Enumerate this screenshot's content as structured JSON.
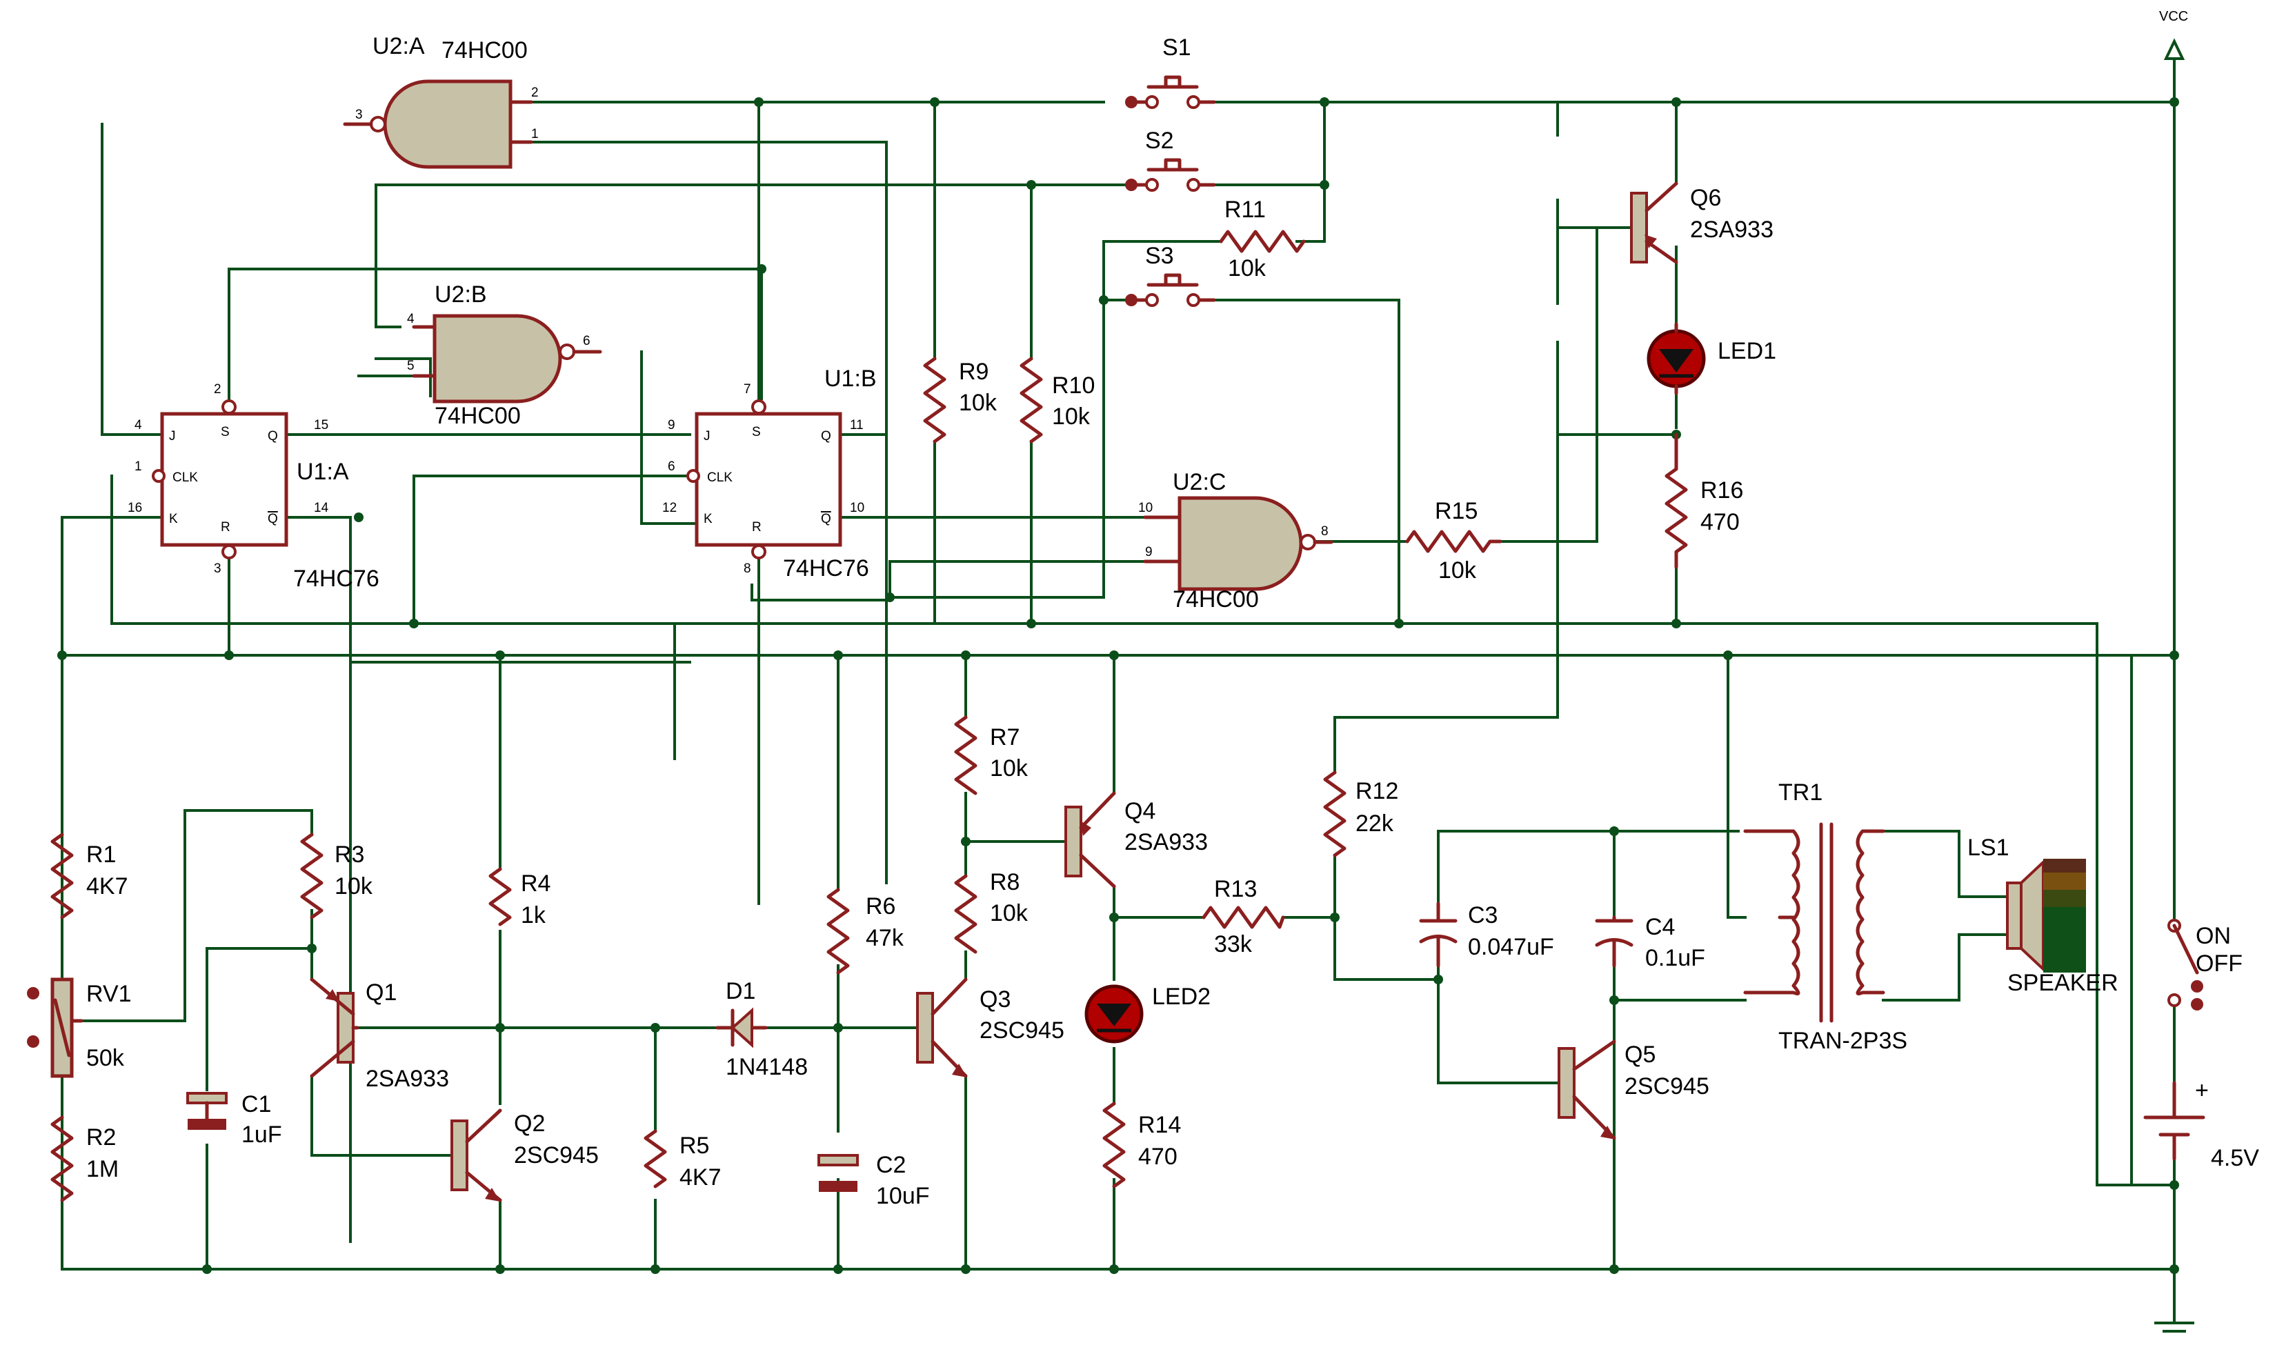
{
  "title": "",
  "labels": {
    "U2A_name": "U2:A",
    "U2A_type": "74HC00",
    "U2B_name": "U2:B",
    "U2B_type": "74HC00",
    "U2C_name": "U2:C",
    "U2C_type": "74HC00",
    "U1A_name": "U1:A",
    "U1A_type": "74HC76",
    "U1B_name": "U1:B",
    "U1B_type": "74HC76",
    "S1": "S1",
    "S2": "S2",
    "S3": "S3",
    "R1": "R1",
    "R1v": "4K7",
    "R2": "R2",
    "R2v": "1M",
    "R3": "R3",
    "R3v": "10k",
    "R4": "R4",
    "R4v": "1k",
    "R5": "R5",
    "R5v": "4K7",
    "R6": "R6",
    "R6v": "47k",
    "R7": "R7",
    "R7v": "10k",
    "R8": "R8",
    "R8v": "10k",
    "R9": "R9",
    "R9v": "10k",
    "R10": "R10",
    "R10v": "10k",
    "R11": "R11",
    "R11v": "10k",
    "R12": "R12",
    "R12v": "22k",
    "R13": "R13",
    "R13v": "33k",
    "R14": "R14",
    "R14v": "470",
    "R15": "R15",
    "R15v": "10k",
    "R16": "R16",
    "R16v": "470",
    "RV1": "RV1",
    "RV1v": "50k",
    "C1": "C1",
    "C1v": "1uF",
    "C2": "C2",
    "C2v": "10uF",
    "C3": "C3",
    "C3v": "0.047uF",
    "C4": "C4",
    "C4v": "0.1uF",
    "Q1": "Q1",
    "Q1v": "2SA933",
    "Q2": "Q2",
    "Q2v": "2SC945",
    "Q3": "Q3",
    "Q3v": "2SC945",
    "Q4": "Q4",
    "Q4v": "2SA933",
    "Q5": "Q5",
    "Q5v": "2SC945",
    "Q6": "Q6",
    "Q6v": "2SA933",
    "D1": "D1",
    "D1v": "1N4148",
    "LED1": "LED1",
    "LED2": "LED2",
    "TR1": "TR1",
    "TR1v": "TRAN-2P3S",
    "LS1": "LS1",
    "LS1v": "SPEAKER",
    "VCC": "VCC",
    "ON": "ON",
    "OFF": "OFF",
    "BATv": "4.5V",
    "BATplus": "+"
  },
  "pins": {
    "ff_J": "J",
    "ff_S": "S",
    "ff_Q": "Q",
    "ff_CLK": "CLK",
    "ff_K": "K",
    "ff_R": "R",
    "ff_Qbar": "Q",
    "u2a_3": "3",
    "u2a_2": "2",
    "u2a_1": "1",
    "u2b_4": "4",
    "u2b_5": "5",
    "u2b_6": "6",
    "u2c_10": "10",
    "u2c_9": "9",
    "u2c_8": "8",
    "u1a_4": "4",
    "u1a_1": "1",
    "u1a_16": "16",
    "u1a_2": "2",
    "u1a_3": "3",
    "u1a_15": "15",
    "u1a_14": "14",
    "u1b_9": "9",
    "u1b_6": "6",
    "u1b_12": "12",
    "u1b_7": "7",
    "u1b_8": "8",
    "u1b_11": "11",
    "u1b_10": "10"
  }
}
